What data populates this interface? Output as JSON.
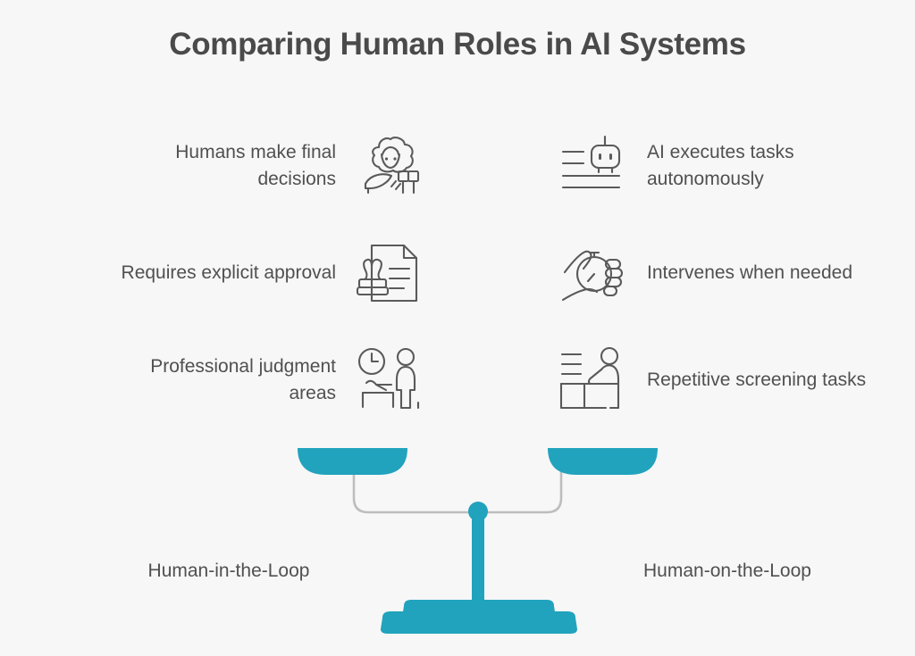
{
  "title": "Comparing Human Roles in AI Systems",
  "colors": {
    "background": "#F7F7F7",
    "title_text": "#4A4A4A",
    "body_text": "#505050",
    "accent_teal": "#21A3BD",
    "icon_stroke": "#5A5A5A",
    "beam_gray": "#BDBDBD"
  },
  "left_column": {
    "label": "Human-in-the-Loop",
    "items": [
      {
        "text": "Humans make final decisions",
        "icon": "judge-gavel-icon"
      },
      {
        "text": "Requires explicit approval",
        "icon": "stamp-document-icon"
      },
      {
        "text": "Professional judgment areas",
        "icon": "clock-person-chair-icon"
      }
    ]
  },
  "right_column": {
    "label": "Human-on-the-Loop",
    "items": [
      {
        "text": "AI executes tasks autonomously",
        "icon": "robot-head-lines-icon"
      },
      {
        "text": "Intervenes when needed",
        "icon": "hand-stopwatch-icon"
      },
      {
        "text": "Repetitive screening tasks",
        "icon": "person-desk-documents-icon"
      }
    ]
  },
  "scale": {
    "name": "balance-scale",
    "left_pan": "left-scale-pan",
    "right_pan": "right-scale-pan",
    "pivot": "scale-pivot",
    "base": "scale-base"
  }
}
